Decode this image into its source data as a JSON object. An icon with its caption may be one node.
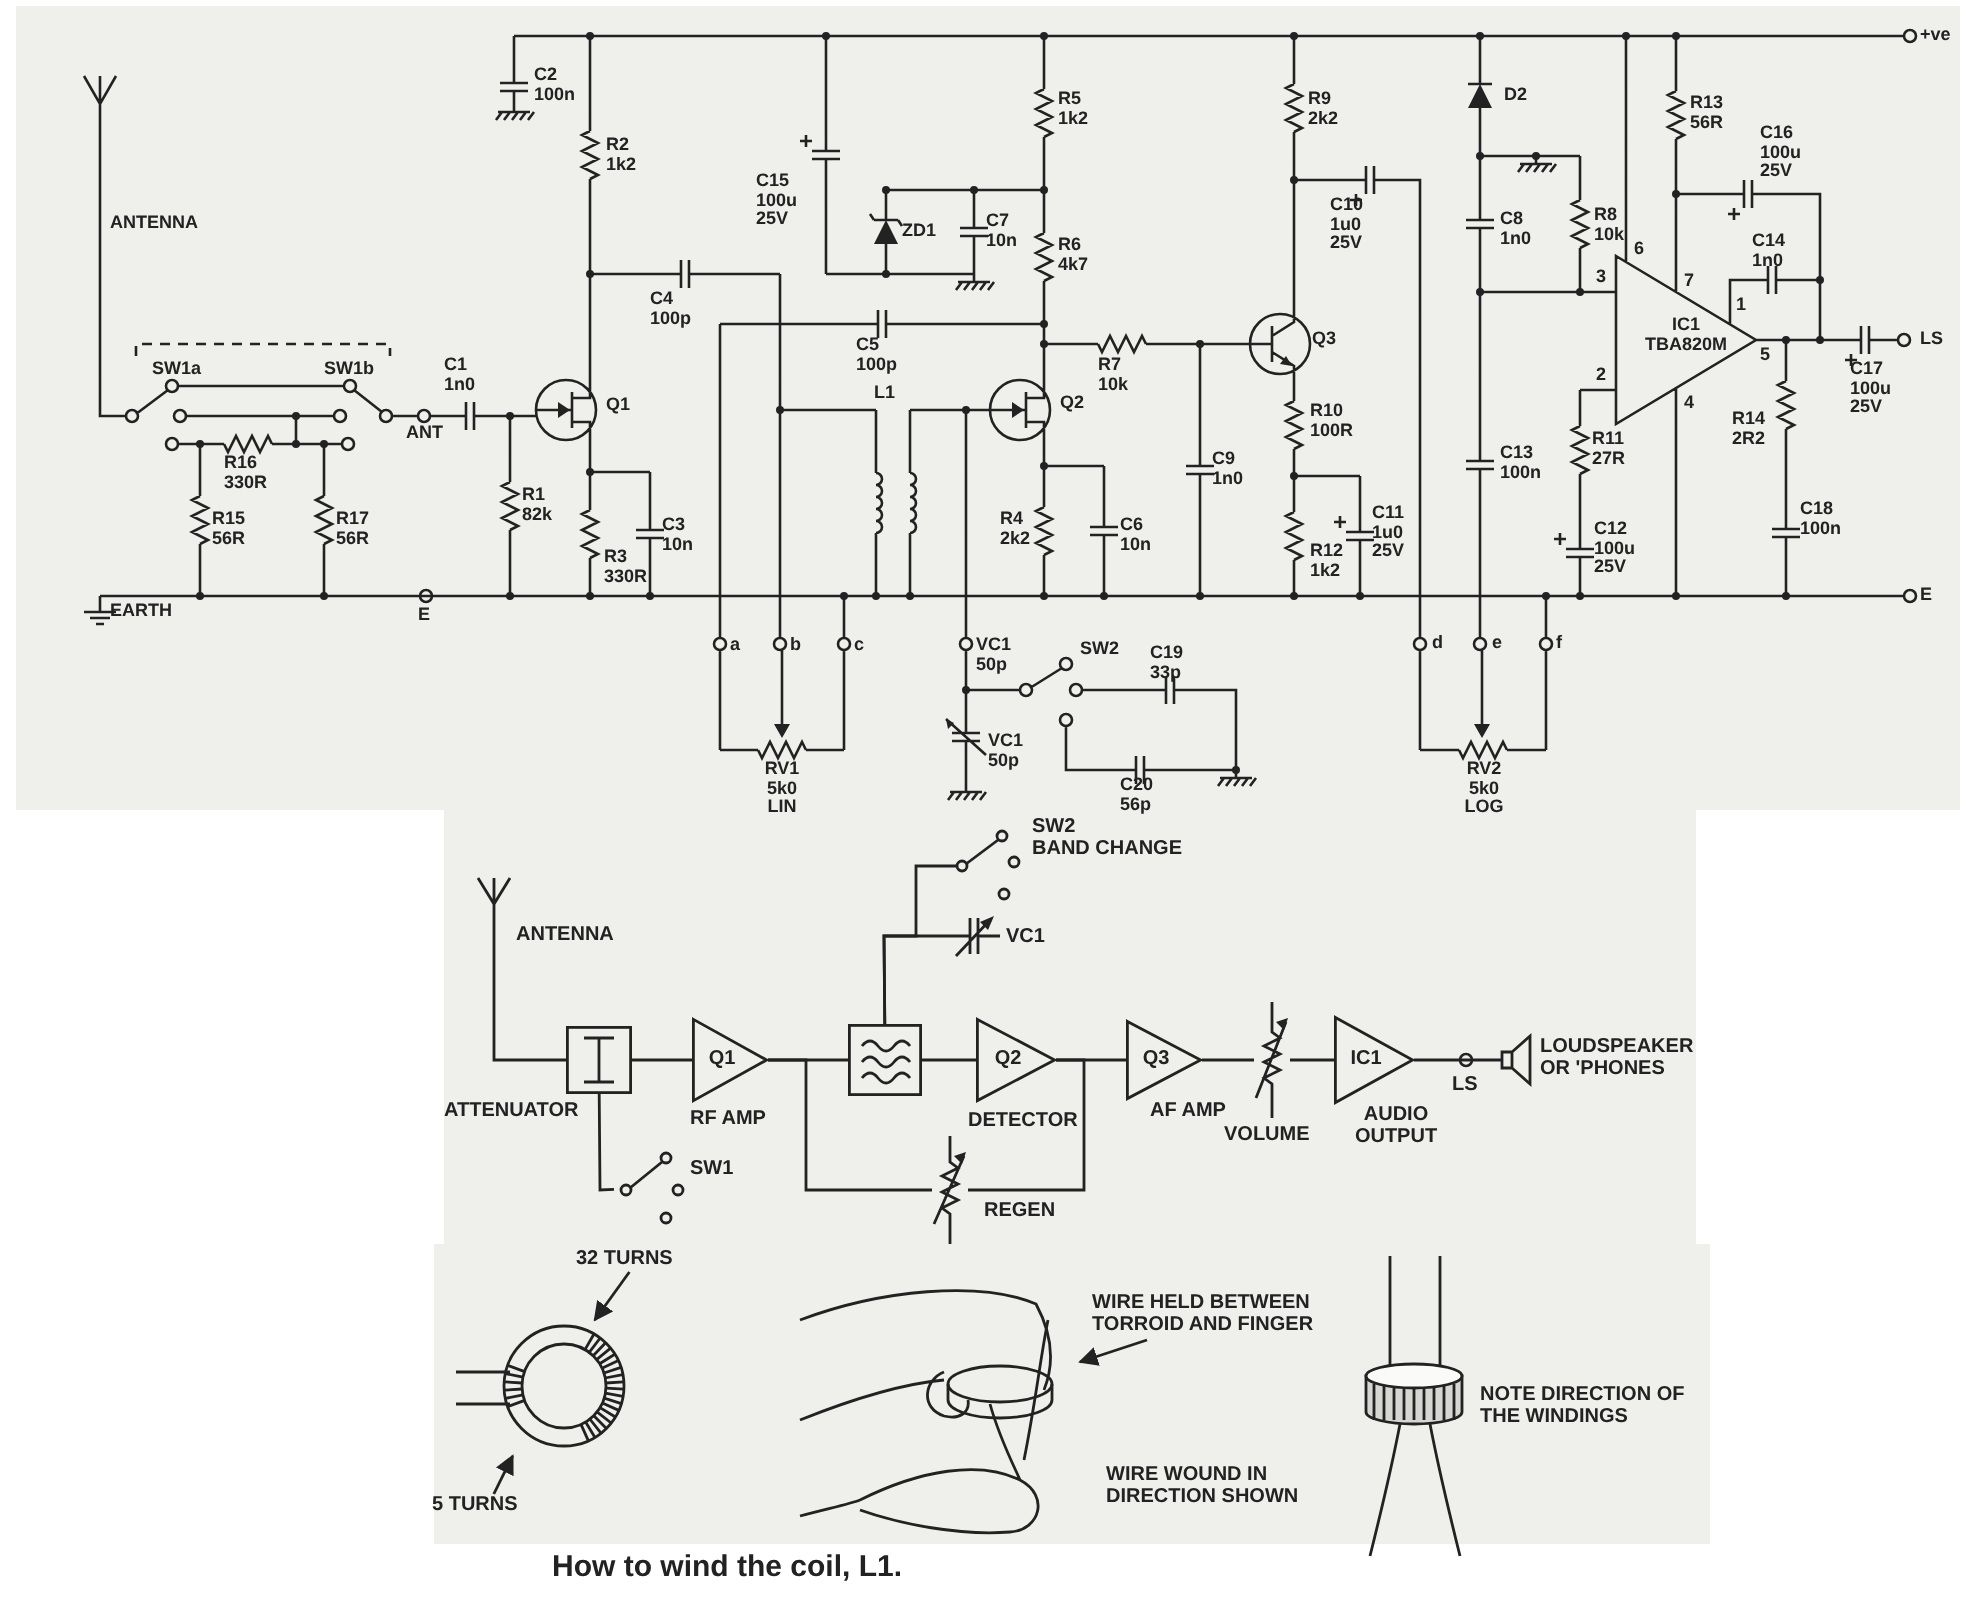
{
  "diagram": {
    "caption": "How to wind the coil, L1.",
    "nodes": [
      {
        "text": [],
        "shape": "antenna",
        "beside": [
          "ANTENNA"
        ]
      },
      {
        "text": [],
        "shape": "box",
        "beside": [
          "ATTENUATOR"
        ]
      },
      {
        "text": [
          "Q1"
        ],
        "beside": [
          "RF AMP"
        ]
      },
      {
        "text": [],
        "shape": "box"
      },
      {
        "text": [
          "Q2"
        ],
        "beside": [
          "DETECTOR"
        ]
      },
      {
        "text": [
          "Q3"
        ],
        "beside": [
          "AF AMP"
        ]
      },
      {
        "text": [],
        "shape": "resistor",
        "beside": [
          "VOLUME"
        ]
      },
      {
        "text": [
          "IC1"
        ],
        "beside": [
          "AUDIO OUTPUT"
        ]
      },
      {
        "text": [],
        "shape": "speaker",
        "beside": [
          "LOUDSPEAKER OR 'PHONES"
        ]
      },
      {
        "text": [],
        "shape": "switch",
        "beside": [
          "SW1"
        ]
      },
      {
        "text": [],
        "shape": "resistor",
        "beside": [
          "REGEN"
        ]
      },
      {
        "text": [],
        "shape": "capacitor",
        "beside": [
          "VC1"
        ]
      },
      {
        "text": [],
        "shape": "switch",
        "beside": [
          "SW2",
          "BAND CHANGE"
        ]
      },
      {
        "text": [],
        "shape": "picture"
      },
      {
        "text": [
          "32 TURNS"
        ]
      },
      {
        "text": [
          "5 TURNS"
        ]
      },
      {
        "text": [],
        "shape": "picture",
        "beside": [
          "WIRE WOUND IN DIRECTION SHOWN"
        ]
      },
      {
        "text": [
          "WIRE HELD BETWEEN TORROID AND FINGER"
        ]
      },
      {
        "text": [],
        "shape": "picture",
        "beside": [
          "NOTE DIRECTION OF THE WINDINGS"
        ]
      }
    ],
    "edges": [
      {
        "from": 0,
        "to": 1,
        "arrow": "none"
      },
      {
        "from": 1,
        "to": 2,
        "arrow": "none"
      },
      {
        "from": 2,
        "to": 3,
        "arrow": "none"
      },
      {
        "from": 3,
        "to": 4,
        "arrow": "none"
      },
      {
        "from": 4,
        "to": 5,
        "arrow": "none"
      },
      {
        "from": 5,
        "to": 6,
        "arrow": "none"
      },
      {
        "from": 6,
        "to": 7,
        "arrow": "none"
      },
      {
        "from": 7,
        "to": 8,
        "arrow": "none",
        "label": "LS"
      },
      {
        "from": 1,
        "to": 9,
        "arrow": "none"
      },
      {
        "from": 2,
        "to": 10,
        "arrow": "none"
      },
      {
        "from": 10,
        "to": 4,
        "arrow": "none"
      },
      {
        "from": 3,
        "to": 11,
        "arrow": "none"
      },
      {
        "from": 3,
        "to": 12,
        "arrow": "none"
      },
      {
        "from": 14,
        "to": 13,
        "arrow": "to"
      },
      {
        "from": 15,
        "to": 13,
        "arrow": "to"
      },
      {
        "from": 17,
        "to": 16,
        "arrow": "to"
      }
    ],
    "labels": [
      "ANTENNA",
      "SW1a",
      "SW1b",
      "ANT",
      "C1 1n0",
      "Q1",
      "C2 100n",
      "R2 1k2",
      "C15 100u 25V",
      "ZD1",
      "C4 100p",
      "C5 100p",
      "L1",
      "R16 330R",
      "R15 56R",
      "R17 56R",
      "R1 82k",
      "R3 330R",
      "C3 10n",
      "EARTH",
      "E",
      "a",
      "b",
      "c",
      "RV1 5k0 LIN",
      "R5 1k2",
      "C7 10n",
      "R6 4k7",
      "R9 2k2",
      "C10 1u0 25V",
      "R7 10k",
      "Q3",
      "Q2",
      "C9 1n0",
      "R10 100R",
      "R4 2k2",
      "C6 10n",
      "R12 1k2",
      "C11 1u0 25V",
      "D2",
      "C8 1n0",
      "R8 10k",
      "6",
      "3",
      "7",
      "1",
      "5",
      "2",
      "4",
      "IC1 TBA820M",
      "R13 56R",
      "C16 100u 25V",
      "C14 1n0",
      "C17 100u 25V",
      "LS",
      "+ve",
      "E",
      "R14 2R2",
      "C13 100n",
      "R11 27R",
      "C12 100u 25V",
      "C18 100n",
      "d",
      "e",
      "f",
      "RV2 5k0 LOG",
      "VC1 50p",
      "SW2",
      "C19 33p",
      "VC1 50p",
      "C20 56p"
    ]
  }
}
